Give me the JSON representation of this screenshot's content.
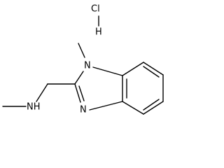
{
  "molecule": {
    "labels": {
      "chlorine": "Cl",
      "hydrogen": "H",
      "n1": "N",
      "n3": "N",
      "amine": "NH"
    },
    "colors": {
      "ink": "#000000",
      "background": "#ffffff"
    }
  }
}
